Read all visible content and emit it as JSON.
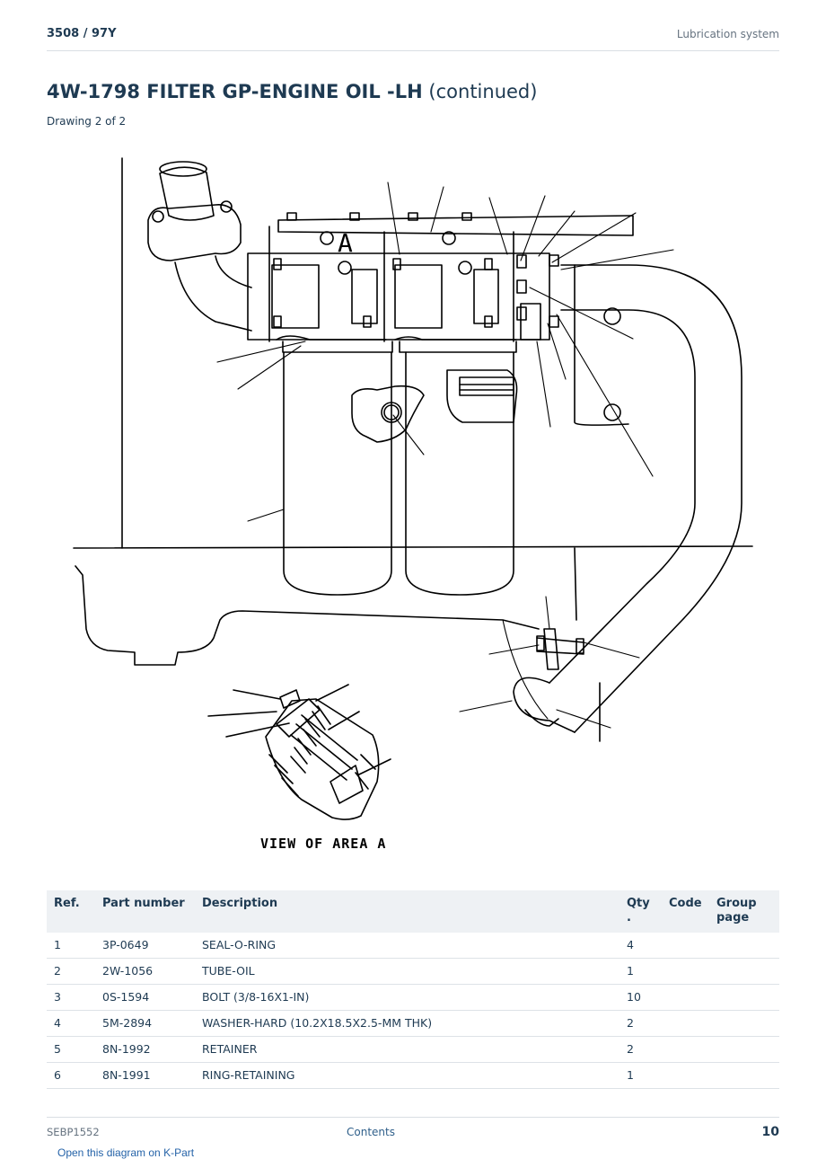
{
  "header": {
    "model": "3508  /  97Y",
    "section": "Lubrication system"
  },
  "title": {
    "main": "4W-1798 FILTER GP-ENGINE OIL -LH",
    "suffix": "(continued)"
  },
  "subtitle": "Drawing 2 of 2",
  "diagram": {
    "view_label": "VIEW OF AREA A",
    "area_marker": "A"
  },
  "table": {
    "headers": [
      "Ref.",
      "Part number",
      "Description",
      "Qty\n.",
      "Code",
      "Group\npage"
    ],
    "rows": [
      {
        "ref": "1",
        "part": "3P-0649",
        "desc": "SEAL-O-RING",
        "qty": "4",
        "code": "",
        "group": ""
      },
      {
        "ref": "2",
        "part": "2W-1056",
        "desc": "TUBE-OIL",
        "qty": "1",
        "code": "",
        "group": ""
      },
      {
        "ref": "3",
        "part": "0S-1594",
        "desc": "BOLT (3/8-16X1-IN)",
        "qty": "10",
        "code": "",
        "group": ""
      },
      {
        "ref": "4",
        "part": "5M-2894",
        "desc": "WASHER-HARD (10.2X18.5X2.5-MM THK)",
        "qty": "2",
        "code": "",
        "group": ""
      },
      {
        "ref": "5",
        "part": "8N-1992",
        "desc": "RETAINER",
        "qty": "2",
        "code": "",
        "group": ""
      },
      {
        "ref": "6",
        "part": "8N-1991",
        "desc": "RING-RETAINING",
        "qty": "1",
        "code": "",
        "group": ""
      }
    ]
  },
  "footer": {
    "doc_id": "SEBP1552",
    "contents_link": "Contents",
    "page_number": "10",
    "kpart_link": "Open this diagram on K-Part"
  }
}
